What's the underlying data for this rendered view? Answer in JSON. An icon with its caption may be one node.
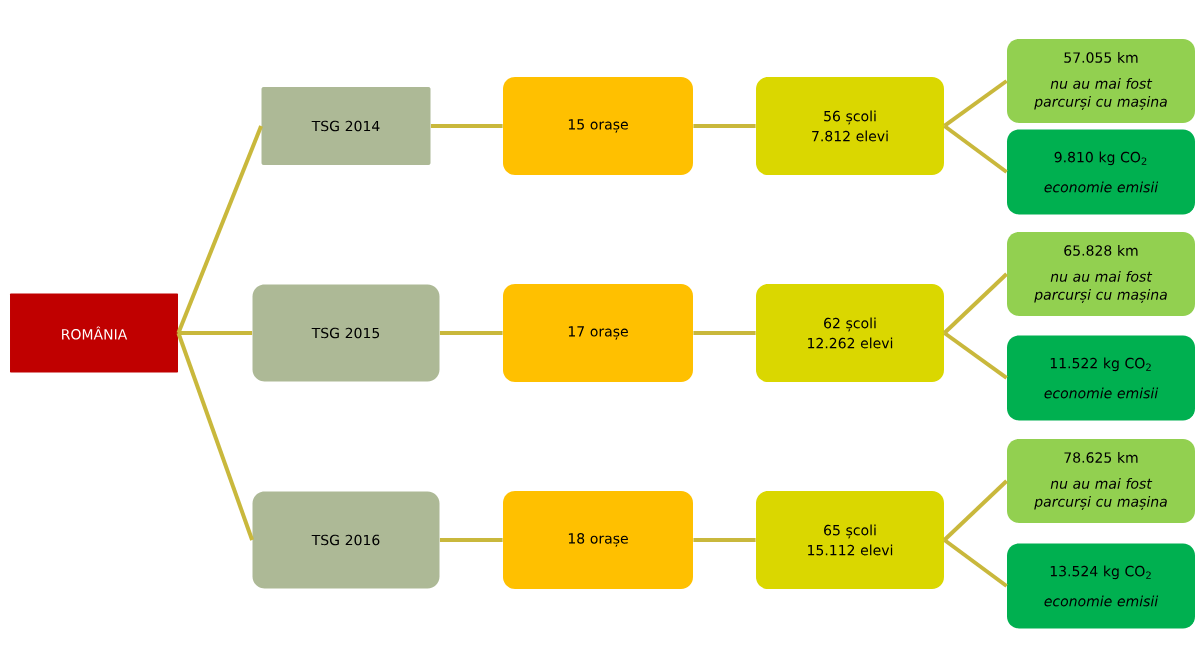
{
  "diagram": {
    "nodes": [
      {
        "text": [
          "ROMÂNIA"
        ]
      },
      {
        "text": [
          "TSG 2014"
        ]
      },
      {
        "text": [
          "15 orașe"
        ]
      },
      {
        "text": [
          "56 școli",
          "7.812 elevi"
        ]
      },
      {
        "text": [
          "57.055 km",
          "nu au mai fost parcurși cu mașina"
        ]
      },
      {
        "text": [
          "9.810 kg CO$_{2}$",
          "economie emisii"
        ]
      },
      {
        "text": [
          "TSG 2015"
        ]
      },
      {
        "text": [
          "17 orașe"
        ]
      },
      {
        "text": [
          "62 școli",
          "12.262 elevi"
        ]
      },
      {
        "text": [
          "65.828 km",
          "nu au mai fost parcurși cu mașina"
        ]
      },
      {
        "text": [
          "11.522 kg CO$_{2}$",
          "economie emisii"
        ]
      },
      {
        "text": [
          "TSG 2016"
        ]
      },
      {
        "text": [
          "18 orașe"
        ]
      },
      {
        "text": [
          "65 școli",
          "15.112 elevi"
        ]
      },
      {
        "text": [
          "78.625 km",
          "nu au mai fost parcurși cu mașina"
        ]
      },
      {
        "text": [
          "13.524 kg CO$_{2}$",
          "economie emisii"
        ]
      }
    ],
    "edges": [
      {
        "from": 0,
        "to": 1,
        "arrow": "none"
      },
      {
        "from": 0,
        "to": 6,
        "arrow": "none"
      },
      {
        "from": 0,
        "to": 11,
        "arrow": "none"
      },
      {
        "from": 1,
        "to": 2,
        "arrow": "none"
      },
      {
        "from": 2,
        "to": 3,
        "arrow": "none"
      },
      {
        "from": 3,
        "to": 4,
        "arrow": "none"
      },
      {
        "from": 3,
        "to": 5,
        "arrow": "none"
      },
      {
        "from": 6,
        "to": 7,
        "arrow": "none"
      },
      {
        "from": 7,
        "to": 8,
        "arrow": "none"
      },
      {
        "from": 8,
        "to": 9,
        "arrow": "none"
      },
      {
        "from": 8,
        "to": 10,
        "arrow": "none"
      },
      {
        "from": 11,
        "to": 12,
        "arrow": "none"
      },
      {
        "from": 12,
        "to": 13,
        "arrow": "none"
      },
      {
        "from": 13,
        "to": 14,
        "arrow": "none"
      },
      {
        "from": 13,
        "to": 15,
        "arrow": "none"
      }
    ]
  }
}
